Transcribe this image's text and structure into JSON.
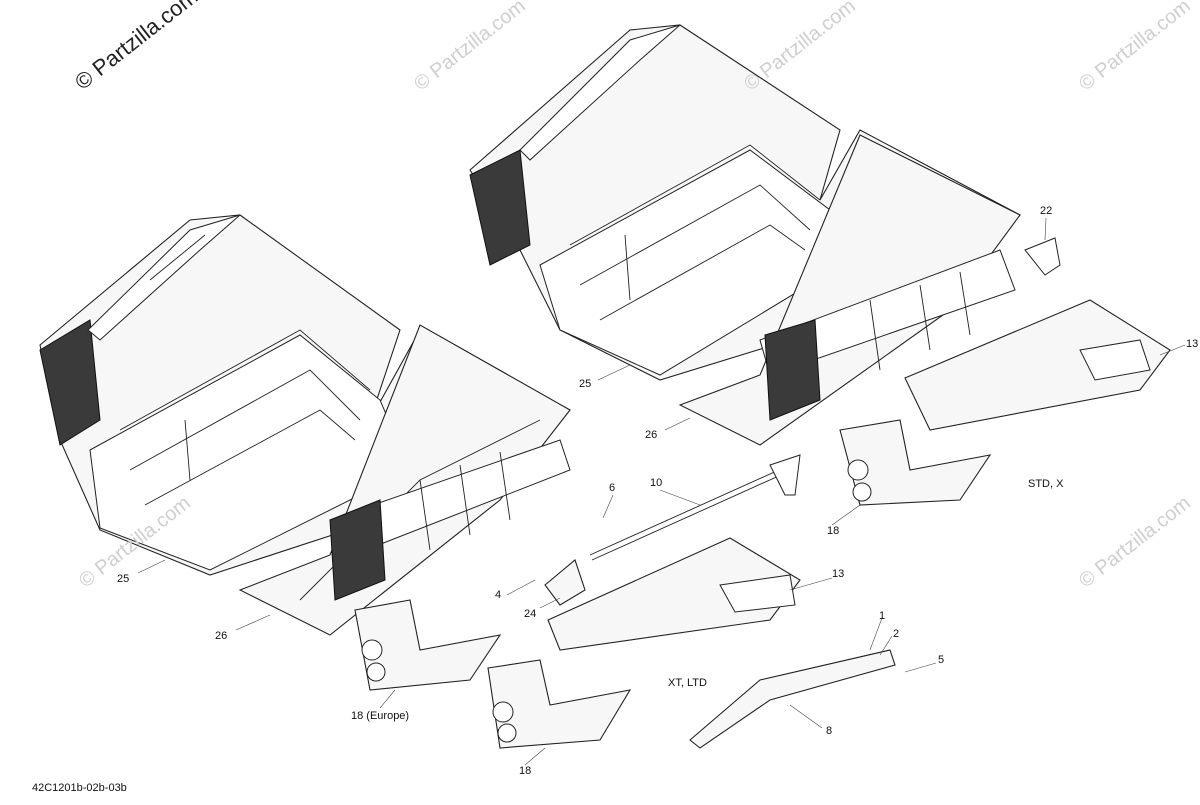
{
  "watermarks": {
    "main": "© Partzilla.com",
    "faint": "© Partzilla.com"
  },
  "callouts": {
    "c1": "1",
    "c2": "2",
    "c4": "4",
    "c5": "5",
    "c6": "6",
    "c8": "8",
    "c10": "10",
    "c13a": "13",
    "c13b": "13",
    "c18a": "18",
    "c18b": "18",
    "c18c": "18 (Europe)",
    "c22": "22",
    "c24": "24",
    "c25a": "25",
    "c25b": "25",
    "c26a": "26",
    "c26b": "26"
  },
  "variants": {
    "std": "STD, X",
    "xt": "XT, LTD"
  },
  "diagram_code": "42C1201b-02b-03b",
  "colors": {
    "outline": "#222222",
    "fill": "#f7f7f7",
    "watermark": "#cfcfcf"
  }
}
